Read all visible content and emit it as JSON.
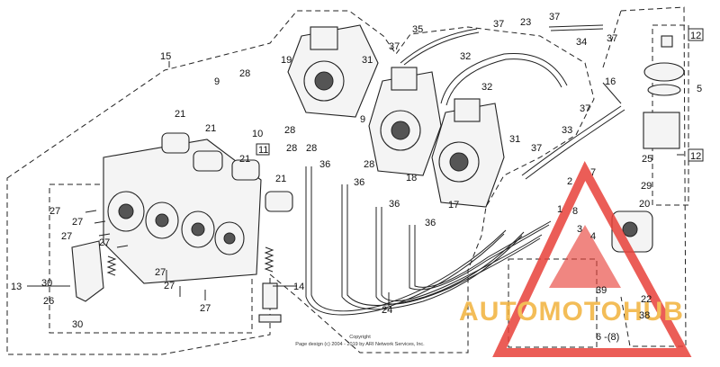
{
  "labels": {
    "l1": "1",
    "l2": "2",
    "l3": "3",
    "l4": "4",
    "l5": "5",
    "l6": "6 -(8)",
    "l7": "7",
    "l8": "8",
    "l9a": "9",
    "l9b": "9",
    "l10": "10",
    "l11": "11",
    "l12a": "12",
    "l12b": "12",
    "l13": "13",
    "l14": "14",
    "l15": "15",
    "l16": "16",
    "l17": "17",
    "l18": "18",
    "l19": "19",
    "l20": "20",
    "l21a": "21",
    "l21b": "21",
    "l21c": "21",
    "l21d": "21",
    "l22": "22",
    "l23": "23",
    "l24": "24",
    "l25": "25",
    "l26": "26",
    "l27a": "27",
    "l27b": "27",
    "l27c": "27",
    "l27d": "27",
    "l27e": "27",
    "l27f": "27",
    "l27g": "27",
    "l28a": "28",
    "l28b": "28",
    "l28c": "28",
    "l28d": "28",
    "l28e": "28",
    "l29": "29",
    "l30a": "30",
    "l30b": "30",
    "l31a": "31",
    "l31b": "31",
    "l32a": "32",
    "l32b": "32",
    "l33": "33",
    "l34": "34",
    "l35": "35",
    "l36a": "36",
    "l36b": "36",
    "l36c": "36",
    "l36d": "36",
    "l37a": "37",
    "l37b": "37",
    "l37c": "37",
    "l37d": "37",
    "l37e": "37",
    "l37f": "37",
    "l38": "38",
    "l39": "39"
  },
  "copyright": {
    "line1": "Copyright",
    "line2": "Page design (c) 2004 - 2019 by ARI Network Services, Inc."
  },
  "watermark": {
    "text": "AUTOMOTOHUB",
    "color": "#e8413a",
    "text_color": "#f2b23c"
  }
}
